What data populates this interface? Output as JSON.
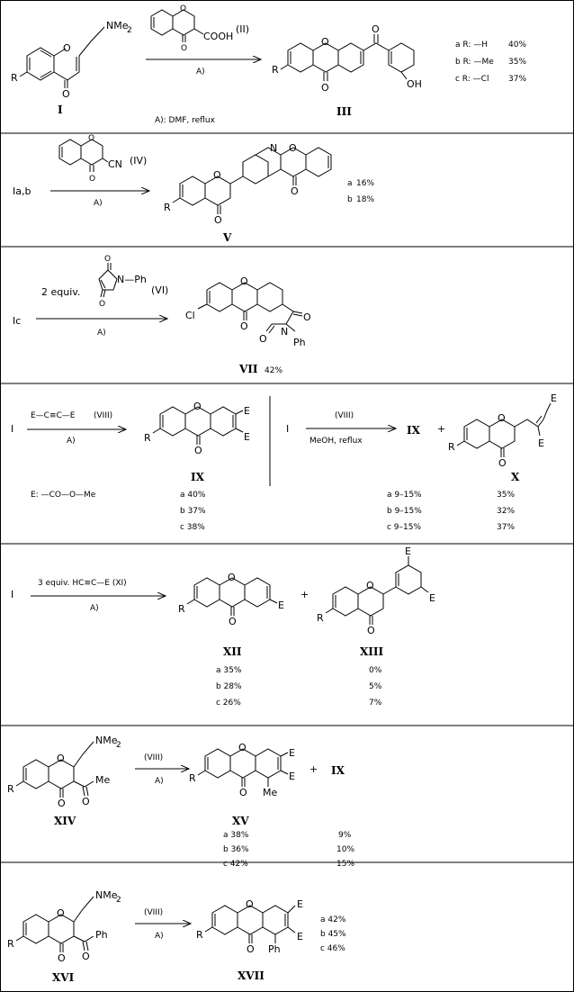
{
  "reactions": [
    {
      "id": "r1",
      "reactant": {
        "nme2": "NMe",
        "nme2_sub": "2",
        "oxo": "O",
        "r": "R",
        "roman": "I"
      },
      "reagent": {
        "cooh": "COOH",
        "roman": "(II)",
        "ring_o": "O",
        "oxo": "O"
      },
      "condition": "A)",
      "product": {
        "r": "R",
        "oxo": "O",
        "ring_o": "O",
        "keto_o": "O",
        "oh": "OH",
        "roman": "III"
      },
      "yields": [
        {
          "label": "a R: —H",
          "value": "40%"
        },
        {
          "label": "b R: —Me",
          "value": "35%"
        },
        {
          "label": "c R: —Cl",
          "value": "37%"
        }
      ],
      "footnote": "A): DMF,  reflux"
    },
    {
      "id": "r2",
      "reactant": "Ia,b",
      "reagent": {
        "cn": "CN",
        "roman": "(IV)",
        "ring_o": "O",
        "oxo": "O"
      },
      "condition": "A)",
      "product": {
        "r": "R",
        "oxo": "O",
        "n": "N",
        "ring_o": "O",
        "oxo2": "O",
        "ring_o2": "O",
        "roman": "V"
      },
      "yields": [
        {
          "label": "a",
          "value": "16%"
        },
        {
          "label": "b",
          "value": "18%"
        }
      ]
    },
    {
      "id": "r3",
      "reactant": "Ic",
      "reagent": {
        "equiv": "2 equiv.",
        "nph": "N—Ph",
        "roman": "(VI)",
        "o1": "O",
        "o2": "O"
      },
      "condition": "A)",
      "product": {
        "cl": "Cl",
        "ring_o": "O",
        "oxo": "O",
        "o1": "O",
        "o2": "O",
        "n": "N",
        "ph": "Ph",
        "roman": "VII",
        "yield": "42%"
      }
    },
    {
      "id": "r4",
      "reactant": "I",
      "reagent": {
        "formula": "E—C≡C—E",
        "roman": "(VIII)"
      },
      "condition": "A)",
      "product": {
        "r": "R",
        "ring_o": "O",
        "oxo": "O",
        "e1": "E",
        "e2": "E",
        "roman": "IX"
      },
      "e_def": "E: —CO—O—Me",
      "yields": [
        "a 40%",
        "b 37%",
        "c 38%"
      ]
    },
    {
      "id": "r5",
      "reactant": "I",
      "reagent": "(VIII)",
      "condition": "MeOH,  reflux",
      "product1": "IX",
      "plus": "+",
      "product2": {
        "r": "R",
        "ring_o": "O",
        "oxo": "O",
        "e1": "E",
        "e2": "E",
        "roman": "X"
      },
      "yields_ix": [
        "a 9–15%",
        "b 9–15%",
        "c 9–15%"
      ],
      "yields_x": [
        "35%",
        "32%",
        "37%"
      ]
    },
    {
      "id": "r6",
      "reactant": "I",
      "reagent": {
        "formula": "3 equiv.  HC≡C—E  (XI)"
      },
      "condition": "A)",
      "product1": {
        "r": "R",
        "ring_o": "O",
        "oxo": "O",
        "e": "E",
        "roman": "XII"
      },
      "plus": "+",
      "product2": {
        "r": "R",
        "ring_o": "O",
        "oxo": "O",
        "e1": "E",
        "e2": "E",
        "roman": "XIII"
      },
      "yields_xii": [
        "a 35%",
        "b 28%",
        "c 26%"
      ],
      "yields_xiii": [
        "0%",
        "5%",
        "7%"
      ]
    },
    {
      "id": "r7",
      "reactant": {
        "nme2": "NMe",
        "nme2_sub": "2",
        "ring_o": "O",
        "oxo": "O",
        "keto_o": "O",
        "me": "Me",
        "r": "R",
        "roman": "XIV"
      },
      "reagent": "(VIII)",
      "condition": "A)",
      "product1": {
        "r": "R",
        "ring_o": "O",
        "oxo": "O",
        "e1": "E",
        "e2": "E",
        "me": "Me",
        "roman": "XV"
      },
      "plus": "+",
      "product2": "IX",
      "yields_xv": [
        "a 38%",
        "b 36%",
        "c 42%"
      ],
      "yields_ix": [
        "9%",
        "10%",
        "15%"
      ]
    },
    {
      "id": "r8",
      "reactant": {
        "nme2": "NMe",
        "nme2_sub": "2",
        "ring_o": "O",
        "oxo": "O",
        "keto_o": "O",
        "ph": "Ph",
        "r": "R",
        "roman": "XVI"
      },
      "reagent": "(VIII)",
      "condition": "A)",
      "product": {
        "r": "R",
        "ring_o": "O",
        "oxo": "O",
        "e1": "E",
        "e2": "E",
        "ph": "Ph",
        "roman": "XVII"
      },
      "yields": [
        "a 42%",
        "b 45%",
        "c 46%"
      ]
    }
  ]
}
